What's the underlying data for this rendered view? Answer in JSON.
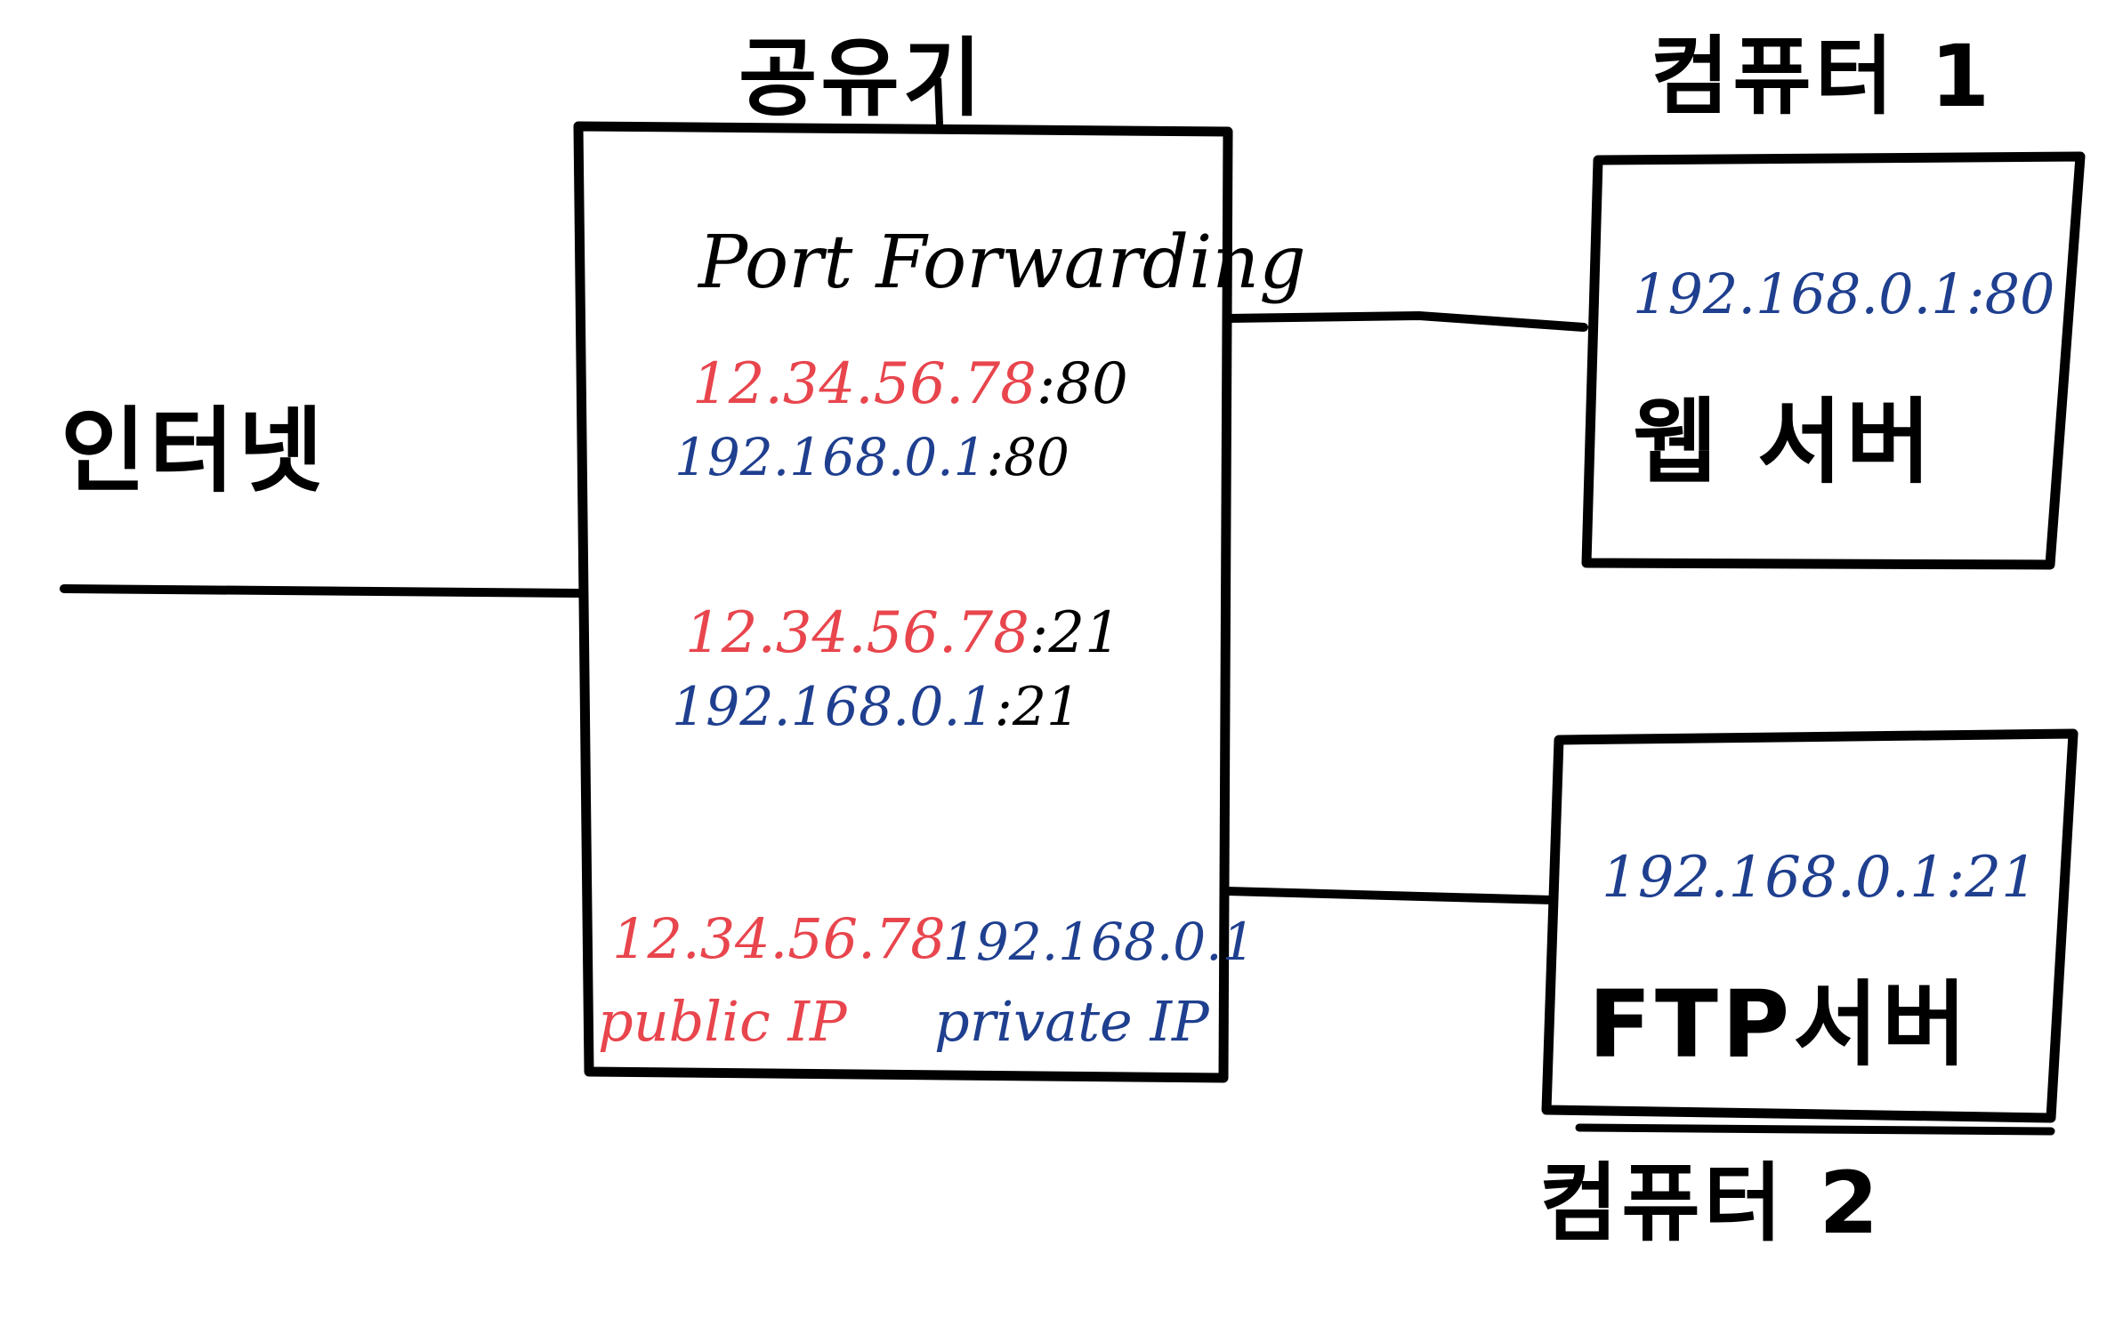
{
  "labels": {
    "router_title": "공유기",
    "internet": "인터넷",
    "computer1": "컴퓨터 1",
    "computer2": "컴퓨터 2"
  },
  "router": {
    "heading": "Port Forwarding",
    "rules": [
      {
        "public_ip": "12.34.56.78",
        "public_port": ":80",
        "private_ip": "192.168.0.1",
        "private_port": ":80"
      },
      {
        "public_ip": "12.34.56.78",
        "public_port": ":21",
        "private_ip": "192.168.0.1",
        "private_port": ":21"
      }
    ],
    "public_ip": "12.34.56.78",
    "public_ip_label": "public IP",
    "private_ip": "192.168.0.1",
    "private_ip_label": "private IP"
  },
  "computer1_box": {
    "address": "192.168.0.1:80",
    "server": "웹 서버"
  },
  "computer2_box": {
    "address": "192.168.0.1:21",
    "server": "FTP서버"
  },
  "colors": {
    "public": "#e8454d",
    "private": "#1f3f8f",
    "ink": "#000000"
  }
}
